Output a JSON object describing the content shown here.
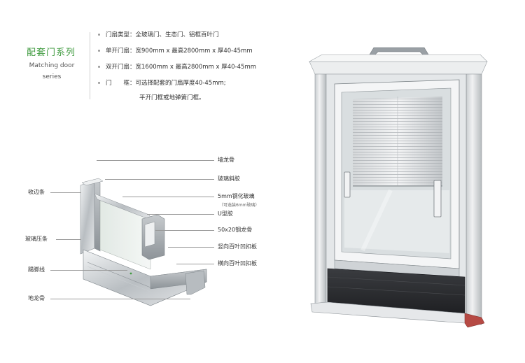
{
  "header": {
    "title_cn": "配套门系列",
    "title_en_line1": "Matching door",
    "title_en_line2": "series"
  },
  "specs": [
    {
      "label": "门扇类型：",
      "value": "全玻璃门、生态门、铝框百叶门"
    },
    {
      "label": "单开门扇：",
      "value": "宽900mm x 最高2800mm x 厚40-45mm"
    },
    {
      "label": "双开门扇：",
      "value": "宽1600mm x 最高2800mm x 厚40-45mm"
    },
    {
      "label": "门　　框：",
      "value": "可选择配套的门扇厚度40-45mm;"
    }
  ],
  "spec_continuation": "平开门框或地弹簧门框。",
  "profile_labels": {
    "left": [
      "收边条",
      "玻璃压条",
      "踢脚线",
      "地龙骨"
    ],
    "right": [
      "墙龙骨",
      "玻璃斜胶",
      "5mm钢化玻璃",
      "U型胶",
      "50x20钢龙骨",
      "竖向百叶凹扣板",
      "横向百叶凹扣板"
    ],
    "glass_note": "（可选装6mm玻璃）"
  },
  "colors": {
    "title_green": "#3f9a3f",
    "frame_silver": "#d9dcde",
    "kick_panel": "#2c2e31"
  }
}
